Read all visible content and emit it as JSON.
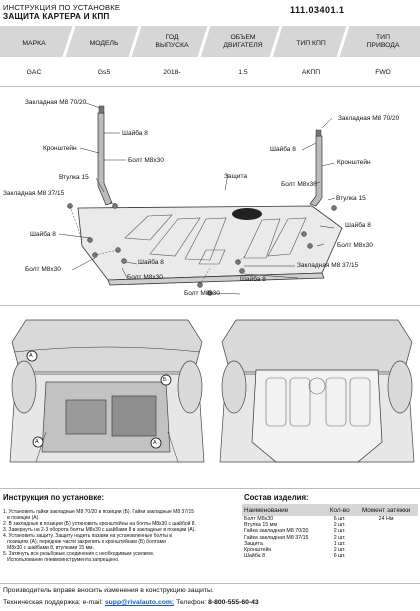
{
  "header": {
    "title_line1": "ИНСТРУКЦИЯ ПО УСТАНОВКЕ",
    "title_line2": "ЗАЩИТА КАРТЕРА И КПП",
    "code": "111.03401.1"
  },
  "specs": {
    "headers": [
      "МАРКА",
      "МОДЕЛЬ",
      "ГОД\nВЫПУСКА",
      "ОБЪЕМ\nДВИГАТЕЛЯ",
      "ТИП КПП",
      "ТИП\nПРИВОДА"
    ],
    "values": [
      "GAC",
      "Gs5",
      "2018-",
      "1.5",
      "АКПП",
      "FWD"
    ]
  },
  "callouts": {
    "zakladnaya_7020_left": "Закладная М8 70/20",
    "shaiba_top": "Шайба 8",
    "kronshtein_left": "Кронштейн",
    "bolt_top_left": "Болт М8х30",
    "vtulka_left": "Втулка 15",
    "zakladnaya_3715_left": "Закладная М8 37/15",
    "zashchita": "Защита",
    "zakladnaya_7020_right": "Закладная М8 70/20",
    "shaiba_right_top": "Шайба 8",
    "kronshtein_right": "Кронштейн",
    "bolt_right_mid": "Болт М8х30",
    "vtulka_right": "Втулка 15",
    "shaiba_right_low": "Шайба 8",
    "bolt_right_low": "Болт М8х30",
    "shaiba_left_low": "Шайба 8",
    "bolt_left_low": "Болт М8х30",
    "shaiba_center": "Шайба 8",
    "zakladnaya_3715_center": "Закладная М8 37/15",
    "bolt_bottom": "Болт М8х30",
    "marker_a": "А",
    "marker_b": "Б"
  },
  "instructions": {
    "title": "Инструкция по установке:",
    "steps": [
      "1. Установить гайки закладные М8 70/20 в позиции (Б). Гайки закладные М8 37/15",
      "   в позиции (А).",
      "2. В закладные в позиции (Б) установить кронштейны на болты М8х30 с шайбой 8.",
      "3. Завернуть на 2-3 оборота болты М8х30 с шайбами 8 в закладные в позиции (А).",
      "4. Установить защиту. Защиту надеть пазами на установленные болты в",
      "   позициях (А), передние части закрепить к кронштейнам (Б) болтами",
      "   М8х30 с шайбами 8, втулками 15 мм.",
      "5. Затянуть все резьбовые соединения с необходимым усилием.",
      "   Использование пневмоинструмента запрещено."
    ]
  },
  "parts": {
    "title": "Состав изделия:",
    "columns": [
      "Наименование",
      "Кол-во",
      "Момент затяжки"
    ],
    "rows": [
      {
        "name": "Болт М8х30",
        "qty": "6 шт.",
        "torque": "24 Нм"
      },
      {
        "name": "Втулка 15 мм",
        "qty": "2 шт.",
        "torque": ""
      },
      {
        "name": "Гайка закладная М8 70/20",
        "qty": "2 шт.",
        "torque": ""
      },
      {
        "name": "Гайка закладная М8 37/15",
        "qty": "2 шт.",
        "torque": ""
      },
      {
        "name": "Защита",
        "qty": "1 шт.",
        "torque": ""
      },
      {
        "name": "Кронштейн",
        "qty": "2 шт.",
        "torque": ""
      },
      {
        "name": "Шайба 8",
        "qty": "6 шт.",
        "torque": ""
      }
    ]
  },
  "footer": {
    "notice": "Производитель вправе вносить изменения в конструкцию защиты.",
    "support_label": "Техническая поддержка:  e-mail:",
    "email": "supp@rivalauto.com;",
    "phone_label": "Телефон:",
    "phone": "8-800-555-60-43"
  }
}
